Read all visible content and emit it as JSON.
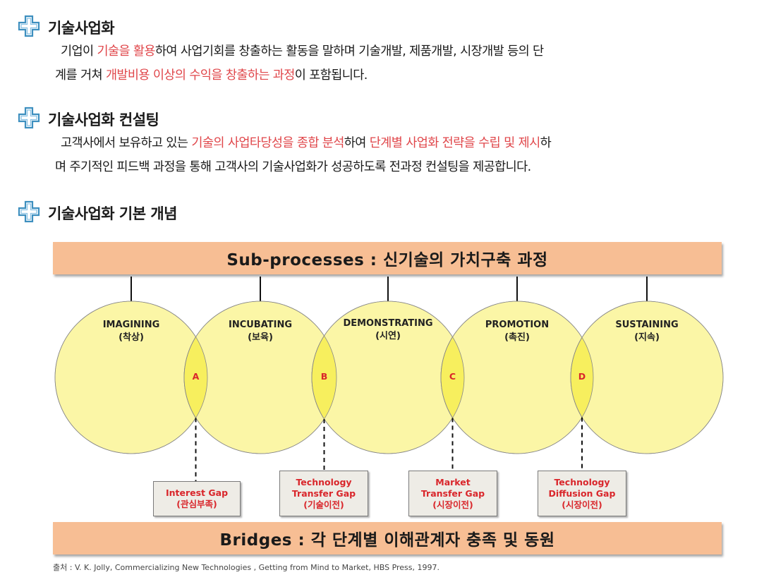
{
  "sections": [
    {
      "title": "기술사업화",
      "icon": "cross-plus-icon",
      "lines": [
        [
          {
            "t": "기업이 ",
            "hl": false
          },
          {
            "t": "기술을 활용",
            "hl": true
          },
          {
            "t": "하여 사업기회를 창출하는 활동을 말하며 기술개발, 제품개발, 시장개발 등의 단",
            "hl": false
          }
        ],
        [
          {
            "t": "계를 거쳐 ",
            "hl": false
          },
          {
            "t": "개발비용 이상의 수익을 창출하는 과정",
            "hl": true
          },
          {
            "t": "이 포함됩니다.",
            "hl": false
          }
        ]
      ]
    },
    {
      "title": "기술사업화 컨설팅",
      "icon": "cross-plus-icon",
      "lines": [
        [
          {
            "t": "고객사에서 보유하고 있는 ",
            "hl": false
          },
          {
            "t": "기술의 사업타당성을 종합 분석",
            "hl": true
          },
          {
            "t": "하여 ",
            "hl": false
          },
          {
            "t": "단계별 사업화 전략을 수립 및 제시",
            "hl": true
          },
          {
            "t": "하",
            "hl": false
          }
        ],
        [
          {
            "t": "며 주기적인 피드백 과정을 통해 고객사의 기술사업화가 성공하도록 전과정 컨설팅을 제공합니다.",
            "hl": false
          }
        ]
      ]
    },
    {
      "title": "기술사업화 기본 개념",
      "icon": "cross-plus-icon",
      "lines": []
    }
  ],
  "diagram": {
    "top_band": "Sub-processes : 신기술의 가치구축 과정",
    "bottom_band": "Bridges : 각 단계별 이해관계자 충족 및 동원",
    "stages": [
      {
        "name": "IMAGINING",
        "kr": "(착상)"
      },
      {
        "name": "INCUBATING",
        "kr": "(보육)"
      },
      {
        "name": "DEMONSTRATING",
        "kr": "(시연)"
      },
      {
        "name": "PROMOTION",
        "kr": "(촉진)"
      },
      {
        "name": "SUSTAINING",
        "kr": "(지속)"
      }
    ],
    "bridges": [
      {
        "letter": "A",
        "gap": [
          "Interest Gap",
          "(관심부족)"
        ]
      },
      {
        "letter": "B",
        "gap": [
          "Technology",
          "Transfer Gap",
          "(기술이전)"
        ]
      },
      {
        "letter": "C",
        "gap": [
          "Market",
          "Transfer Gap",
          "(시장이전)"
        ]
      },
      {
        "letter": "D",
        "gap": [
          "Technology",
          "Diffusion Gap",
          "(시장이전)"
        ]
      }
    ],
    "colors": {
      "band": "#f7be94",
      "circle": "#fbf6a6",
      "overlap": "#f7ef5e",
      "highlight": "#e0464a",
      "bridge_red": "#d9262b"
    }
  },
  "source": "출처 : V. K. Jolly, Commercializing New Technologies , Getting from Mind to Market, HBS Press, 1997."
}
